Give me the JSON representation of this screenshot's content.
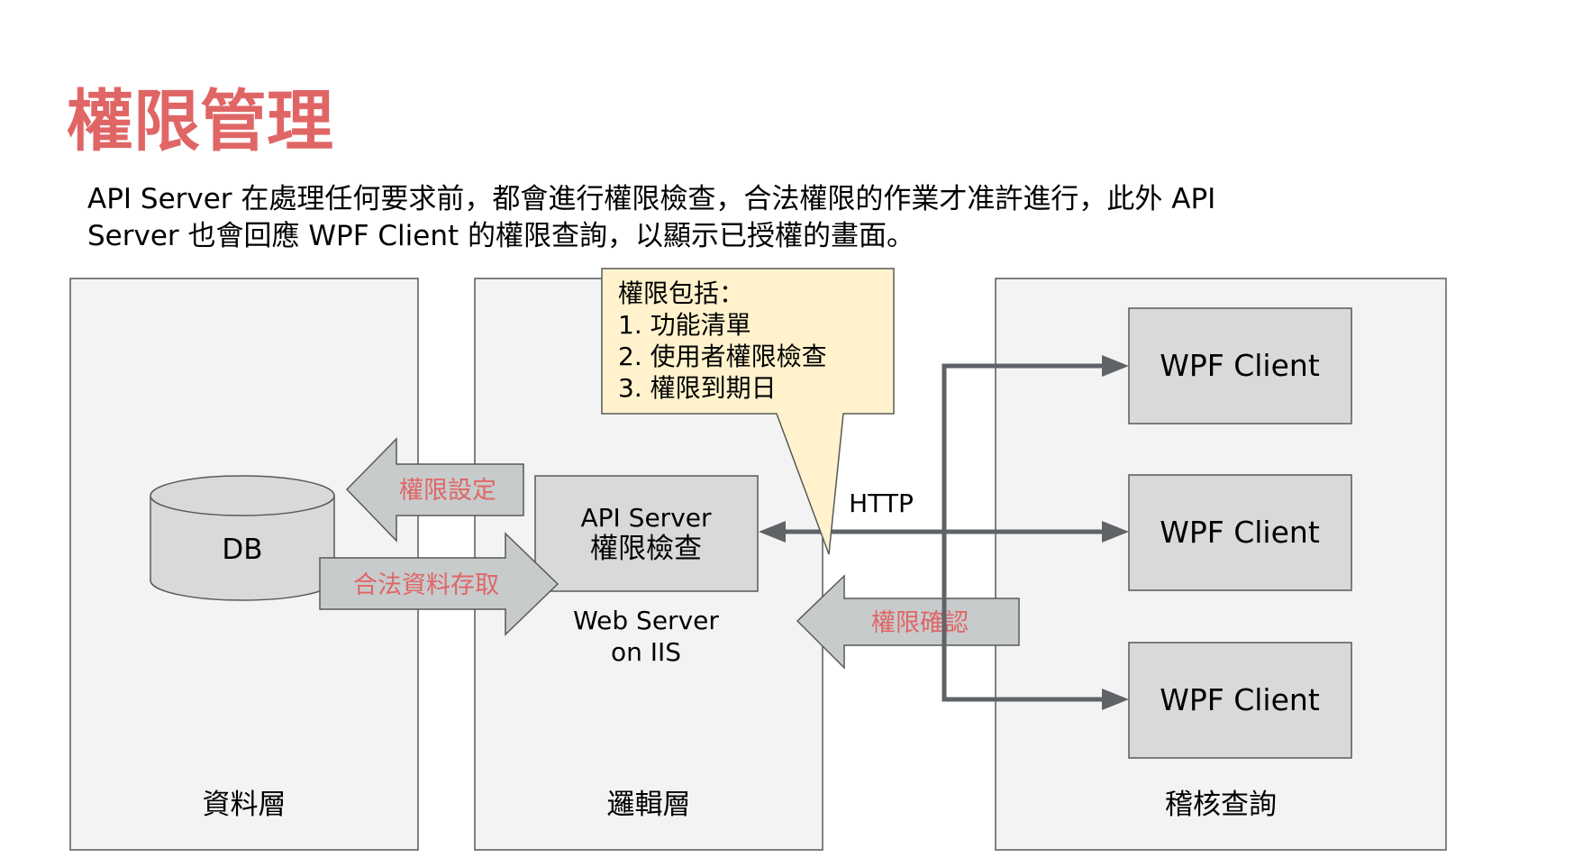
{
  "slide": {
    "title": "權限管理",
    "description_line1": "API Server 在處理任何要求前，都會進行權限檢查，合法權限的作業才准許進行，此外 API",
    "description_line2": "Server 也會回應 WPF Client 的權限查詢，以顯示已授權的畫面。"
  },
  "colors": {
    "title": "#e06666",
    "arrow_label": "#e06666",
    "panel_fill": "#f3f3f3",
    "panel_stroke": "#595959",
    "box_fill": "#d9d9d9",
    "callout_fill": "#fff2cc",
    "connector": "#5f6368",
    "block_arrow_fill": "#c7cbcc",
    "text": "#000000"
  },
  "diagram": {
    "layers": {
      "data": "資料層",
      "logic": "邏輯層",
      "audit": "稽核查詢"
    },
    "db_label": "DB",
    "api_server": {
      "line1": "API Server",
      "line2": "權限檢查"
    },
    "web_server": {
      "line1": "Web Server",
      "line2": "on IIS"
    },
    "callout": {
      "title": "權限包括：",
      "items": [
        "1. 功能清單",
        "2. 使用者權限檢查",
        "3. 權限到期日"
      ]
    },
    "http_label": "HTTP",
    "clients": [
      "WPF Client",
      "WPF Client",
      "WPF Client"
    ],
    "arrows": {
      "permission_setting": "權限設定",
      "legal_data_access": "合法資料存取",
      "permission_confirm": "權限確認"
    }
  }
}
